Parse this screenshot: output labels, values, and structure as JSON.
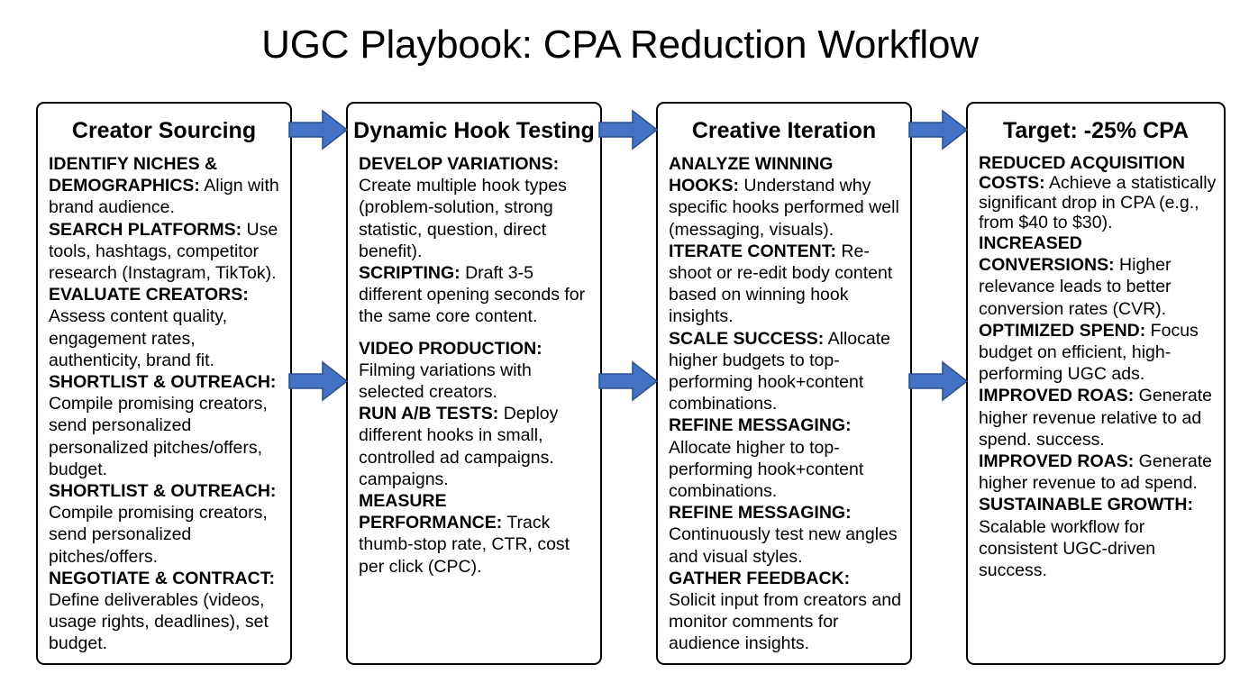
{
  "title": "UGC Playbook: CPA Reduction Workflow",
  "colors": {
    "arrow_fill": "#4472C4",
    "arrow_stroke": "#2F528F",
    "card_border": "#000000",
    "background": "#FFFFFF",
    "text": "#000000"
  },
  "stages": [
    {
      "id": "creator-sourcing",
      "title": "Creator Sourcing",
      "entries": [
        {
          "key": "IDENTIFY NICHES & DEMOGRAPHICS:",
          "value": " Align with brand audience."
        },
        {
          "key": "SEARCH PLATFORMS:",
          "value": " Use tools, hashtags, competitor research (Instagram, TikTok)."
        },
        {
          "key": "EVALUATE CREATORS:",
          "value": " Assess content quality, engagement rates, authenticity, brand fit."
        },
        {
          "key": "SHORTLIST & OUTREACH:",
          "value": " Compile promising creators, send personalized personalized pitches/offers, budget."
        },
        {
          "key": "SHORTLIST & OUTREACH:",
          "value": " Compile promising creators, send personalized pitches/offers."
        },
        {
          "key": "NEGOTIATE & CONTRACT:",
          "value": " Define deliverables (videos, usage rights, deadlines), set budget."
        }
      ]
    },
    {
      "id": "dynamic-hook-testing",
      "title": "Dynamic Hook Testing",
      "entries": [
        {
          "key": "DEVELOP VARIATIONS:",
          "value": " Create multiple hook types (problem-solution, strong statistic, question, direct benefit)."
        },
        {
          "key": "SCRIPTING:",
          "value": " Draft 3-5 different opening seconds for the same core content."
        },
        {
          "key": "VIDEO PRODUCTION:",
          "value": " Filming variations with selected creators."
        },
        {
          "key": "RUN A/B TESTS:",
          "value": " Deploy different hooks in small, controlled ad campaigns. campaigns."
        },
        {
          "key": "MEASURE PERFORMANCE:",
          "value": " Track thumb-stop rate, CTR, cost per click (CPC)."
        }
      ]
    },
    {
      "id": "creative-iteration",
      "title": "Creative Iteration",
      "entries": [
        {
          "key": "ANALYZE WINNING HOOKS:",
          "value": " Understand why specific hooks performed well (messaging, visuals)."
        },
        {
          "key": "ITERATE CONTENT:",
          "value": " Re-shoot or re-edit body content based on winning hook insights."
        },
        {
          "key": "SCALE SUCCESS:",
          "value": " Allocate higher budgets to top-performing hook+content combinations."
        },
        {
          "key": "REFINE MESSAGING:",
          "value": " Allocate higher to top-performing hook+content combinations."
        },
        {
          "key": "REFINE MESSAGING:",
          "value": " Continuously test new angles and visual styles."
        },
        {
          "key": "GATHER FEEDBACK:",
          "value": " Solicit input from creators and monitor comments for audience insights."
        }
      ]
    },
    {
      "id": "target-cpa",
      "title": "Target: -25% CPA",
      "entries": [
        {
          "key": "REDUCED ACQUISITION COSTS:",
          "value": " Achieve a statistically significant drop in CPA (e.g., from $40 to $30)."
        },
        {
          "key": "INCREASED CONVERSIONS:",
          "value": " Higher relevance leads to better conversion rates (CVR)."
        },
        {
          "key": "OPTIMIZED SPEND:",
          "value": " Focus budget on efficient, high-performing UGC ads."
        },
        {
          "key": "IMPROVED ROAS:",
          "value": " Generate higher revenue relative to ad spend. success."
        },
        {
          "key": "IMPROVED ROAS:",
          "value": " Generate higher revenue to ad spend."
        },
        {
          "key": "SUSTAINABLE GROWTH:",
          "value": " Scalable workflow for consistent UGC-driven success."
        }
      ]
    }
  ],
  "arrows": [
    {
      "id": "arrow-sourcing-to-hook-top",
      "from": "creator-sourcing",
      "to": "dynamic-hook-testing",
      "direction": "right"
    },
    {
      "id": "arrow-hook-to-iteration-top",
      "from": "dynamic-hook-testing",
      "to": "creative-iteration",
      "direction": "right"
    },
    {
      "id": "arrow-iteration-to-target-top",
      "from": "creative-iteration",
      "to": "target-cpa",
      "direction": "right"
    },
    {
      "id": "arrow-sourcing-to-hook-mid",
      "from": "creator-sourcing",
      "to": "dynamic-hook-testing",
      "direction": "right"
    },
    {
      "id": "arrow-hook-to-iteration-mid",
      "from": "dynamic-hook-testing",
      "to": "creative-iteration",
      "direction": "right"
    },
    {
      "id": "arrow-iteration-to-target-mid",
      "from": "creative-iteration",
      "to": "target-cpa",
      "direction": "right"
    }
  ]
}
